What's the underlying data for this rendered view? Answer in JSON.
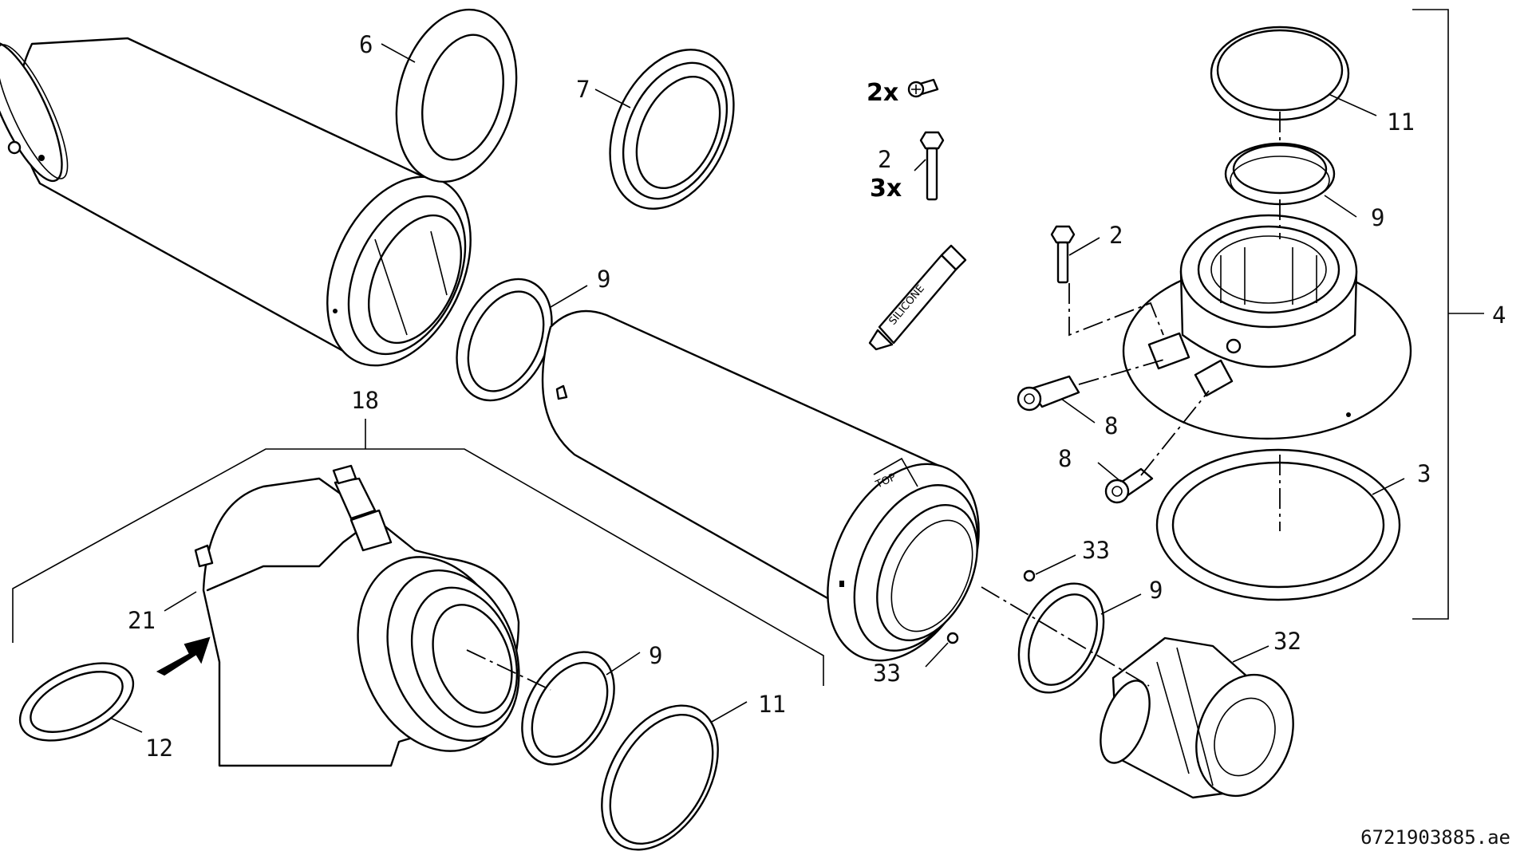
{
  "diagram": {
    "callouts": {
      "c6": "6",
      "c7": "7",
      "c9a": "9",
      "c9b": "9",
      "c9c": "9",
      "c9d": "9",
      "c11a": "11",
      "c11b": "11",
      "c2a": "2",
      "c2b": "2",
      "c4": "4",
      "c8a": "8",
      "c8b": "8",
      "c3": "3",
      "c33a": "33",
      "c33b": "33",
      "c32": "32",
      "c18": "18",
      "c21": "21",
      "c12": "12"
    },
    "quantities": {
      "q1": "2x",
      "q2": "3x"
    },
    "tube_text": "SILICONE",
    "document_id": "6721903885.ae"
  }
}
